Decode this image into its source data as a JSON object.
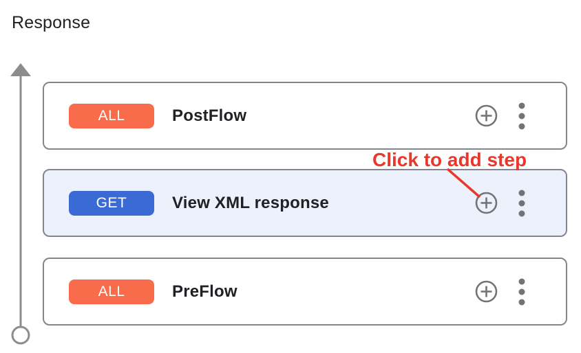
{
  "header": {
    "title": "Response"
  },
  "flow": {
    "cards": [
      {
        "badge": "ALL",
        "badge_color": "#F96C4B",
        "title": "PostFlow",
        "selected": false
      },
      {
        "badge": "GET",
        "badge_color": "#3A6BD4",
        "title": "View XML response",
        "selected": true
      },
      {
        "badge": "ALL",
        "badge_color": "#F96C4B",
        "title": "PreFlow",
        "selected": false
      }
    ]
  },
  "annotation": {
    "label": "Click to add step",
    "color": "#E9382B"
  },
  "icons": {
    "add_step": "plus-circle",
    "more_options": "kebab-vertical-dots",
    "flow_direction": "arrow-up",
    "flow_start": "open-circle"
  },
  "colors": {
    "selected_card_bg": "#EDF1FB",
    "card_border": "#80868B",
    "icon_gray": "#6F7479",
    "rail_gray": "#8C8C8C",
    "title_text": "#202124"
  }
}
